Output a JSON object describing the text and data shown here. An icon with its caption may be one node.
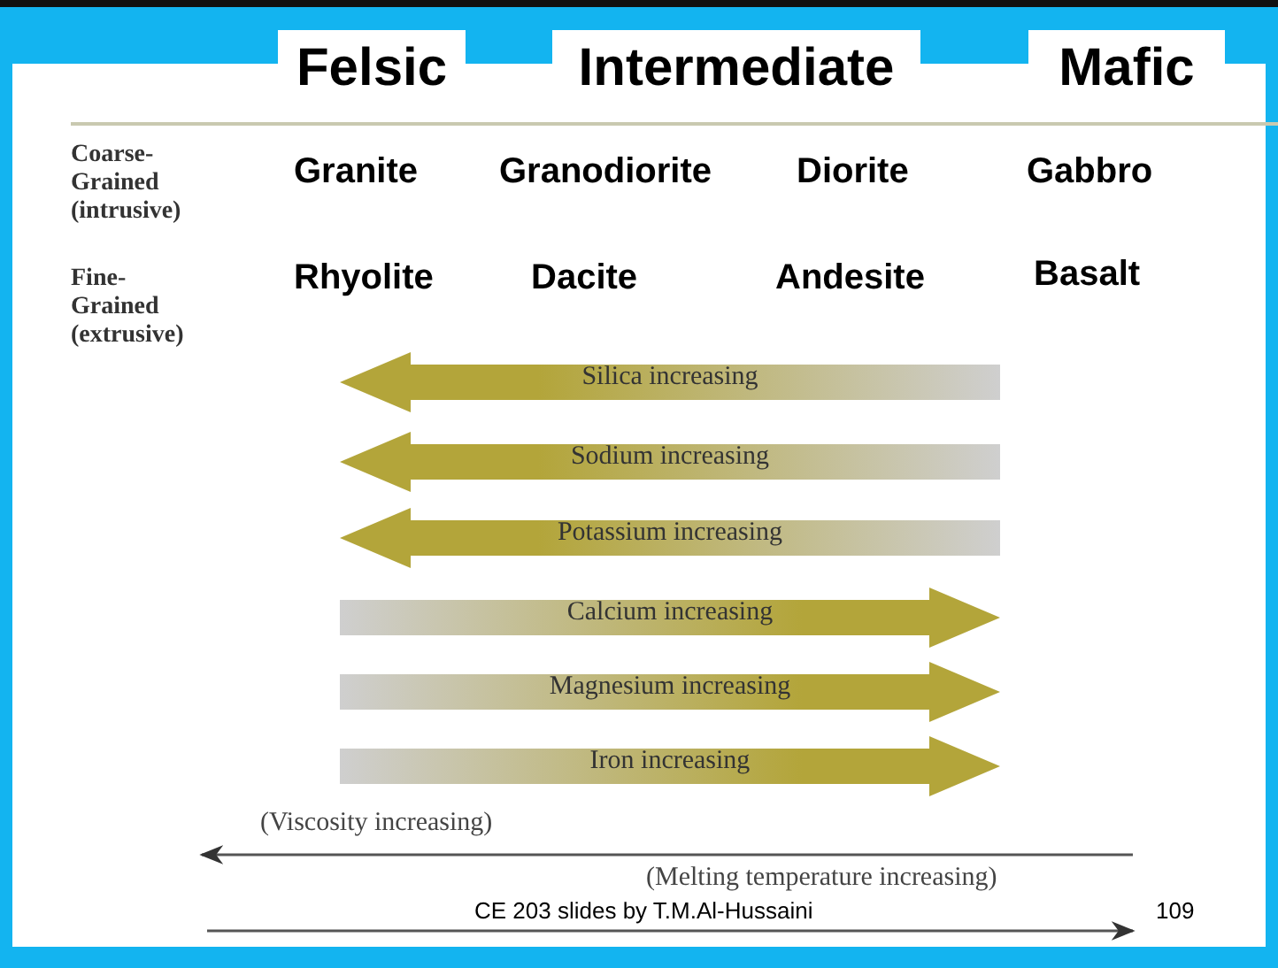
{
  "diagram": {
    "nodes": [
      {
        "text": [
          "Felsic"
        ]
      },
      {
        "text": [
          "Intermediate"
        ]
      },
      {
        "text": [
          "Mafic"
        ]
      }
    ],
    "labels": [
      "Coarse-Grained (intrusive)",
      "Granite",
      "Granodiorite",
      "Diorite",
      "Gabbro",
      "Fine-Grained (extrusive)",
      "Rhyolite",
      "Dacite",
      "Andesite",
      "Basalt",
      "Silica increasing",
      "Sodium increasing",
      "Potassium increasing",
      "Calcium increasing",
      "Magnesium increasing",
      "Iron increasing",
      "(Viscosity increasing)",
      "(Melting temperature increasing)",
      "CE 203 slides by T.M.Al-Hussaini",
      "109"
    ]
  }
}
